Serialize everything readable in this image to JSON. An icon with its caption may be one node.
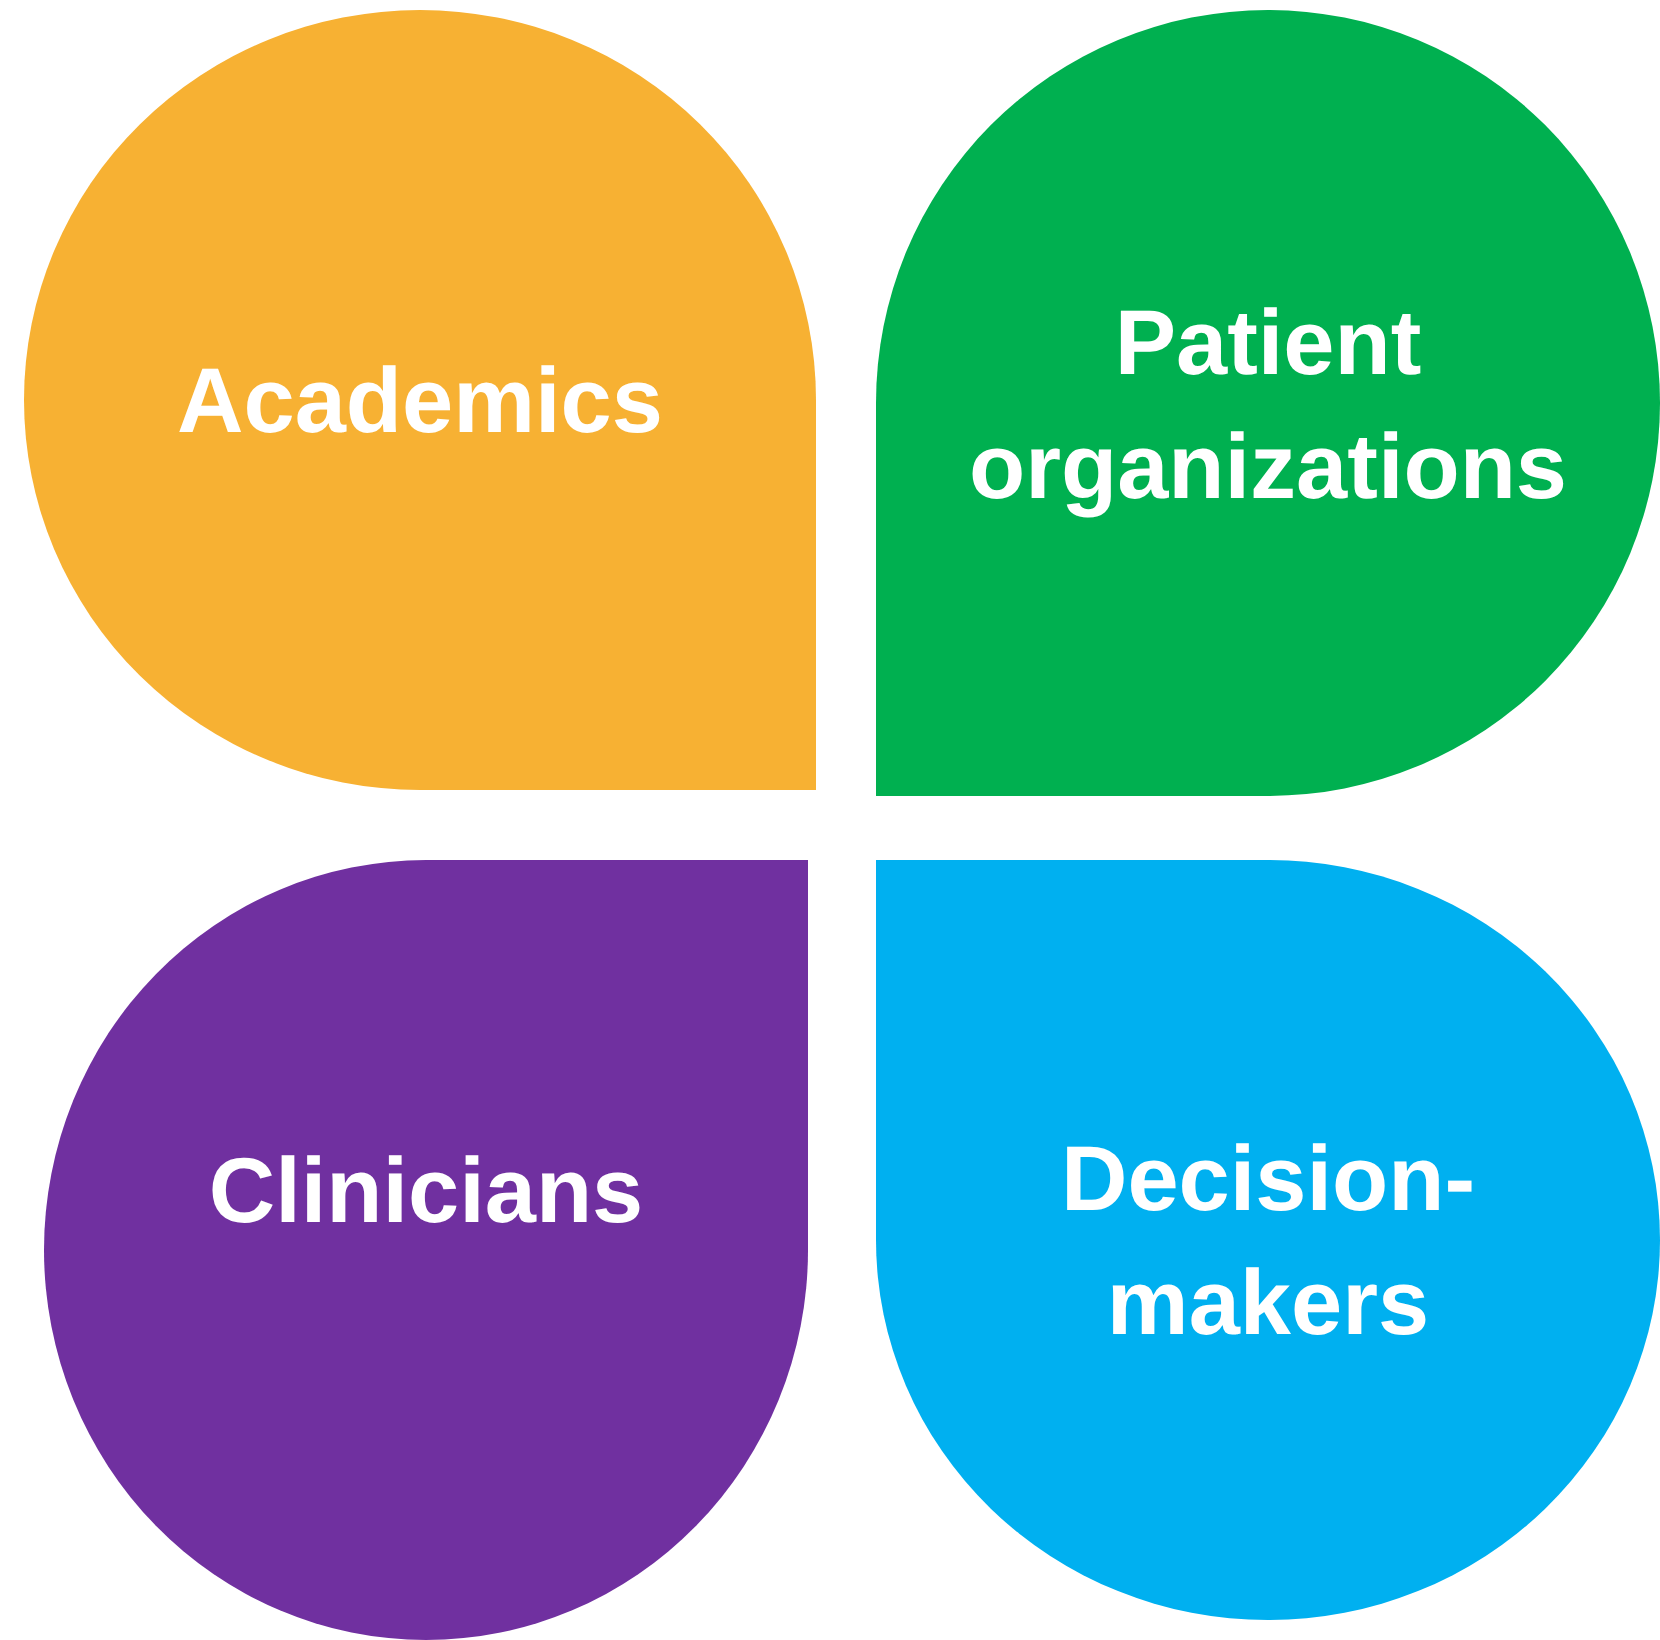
{
  "diagram": {
    "nodes": [
      {
        "text": [
          "Academics"
        ]
      },
      {
        "text": [
          "Patient organizations"
        ]
      },
      {
        "text": [
          "Clinicians"
        ]
      },
      {
        "text": [
          "Decision-makers"
        ]
      }
    ]
  }
}
